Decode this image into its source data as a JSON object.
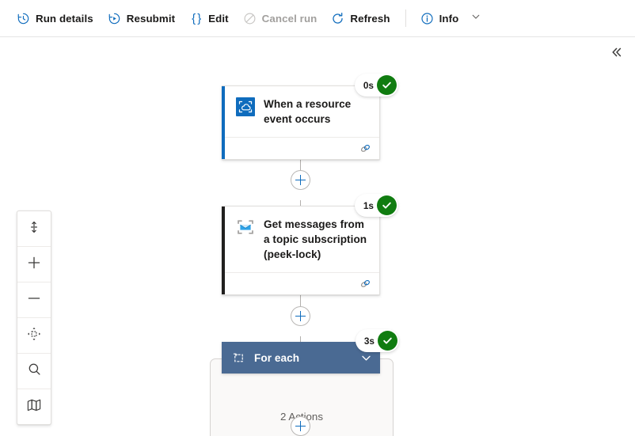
{
  "commandbar": {
    "items": [
      {
        "label": "Run details",
        "icon": "history-clock-icon",
        "disabled": false
      },
      {
        "label": "Resubmit",
        "icon": "resubmit-play-icon",
        "disabled": false
      },
      {
        "label": "Edit",
        "icon": "code-braces-icon",
        "disabled": false
      },
      {
        "label": "Cancel run",
        "icon": "cancel-circle-icon",
        "disabled": true
      },
      {
        "label": "Refresh",
        "icon": "refresh-icon",
        "disabled": false
      },
      {
        "label": "Info",
        "icon": "info-circle-icon",
        "disabled": false
      }
    ],
    "overflow_icon": "chevron-down-icon"
  },
  "canvas": {
    "collapse_icon": "double-chevron-left-icon",
    "viewtools": [
      {
        "name": "fit-to-height-button",
        "icon": "fit-height-icon"
      },
      {
        "name": "zoom-in-button",
        "icon": "plus-icon"
      },
      {
        "name": "zoom-out-button",
        "icon": "minus-icon"
      },
      {
        "name": "center-view-button",
        "icon": "center-view-icon"
      },
      {
        "name": "search-button",
        "icon": "search-icon"
      },
      {
        "name": "minimap-button",
        "icon": "map-icon"
      }
    ]
  },
  "workflow": {
    "nodes": [
      {
        "title": "When a resource event occurs",
        "duration": "0s",
        "status": "succeeded",
        "icon": "event-grid-icon",
        "stripe_color": "#0f6cbd",
        "footer_icon": "connection-link-icon"
      },
      {
        "title": "Get messages from a topic subscription (peek-lock)",
        "duration": "1s",
        "status": "succeeded",
        "icon": "service-bus-message-icon",
        "stripe_color": "#201f1e",
        "footer_icon": "connection-link-icon"
      }
    ],
    "scope": {
      "title": "For each",
      "duration": "3s",
      "status": "succeeded",
      "icon": "loop-icon",
      "chevron_icon": "chevron-down-icon",
      "actions_label": "2 Actions",
      "header_color": "#4a6a93"
    },
    "add_button_icon": "plus-icon",
    "status_check_icon": "check-icon",
    "status_color": "#107c10"
  }
}
